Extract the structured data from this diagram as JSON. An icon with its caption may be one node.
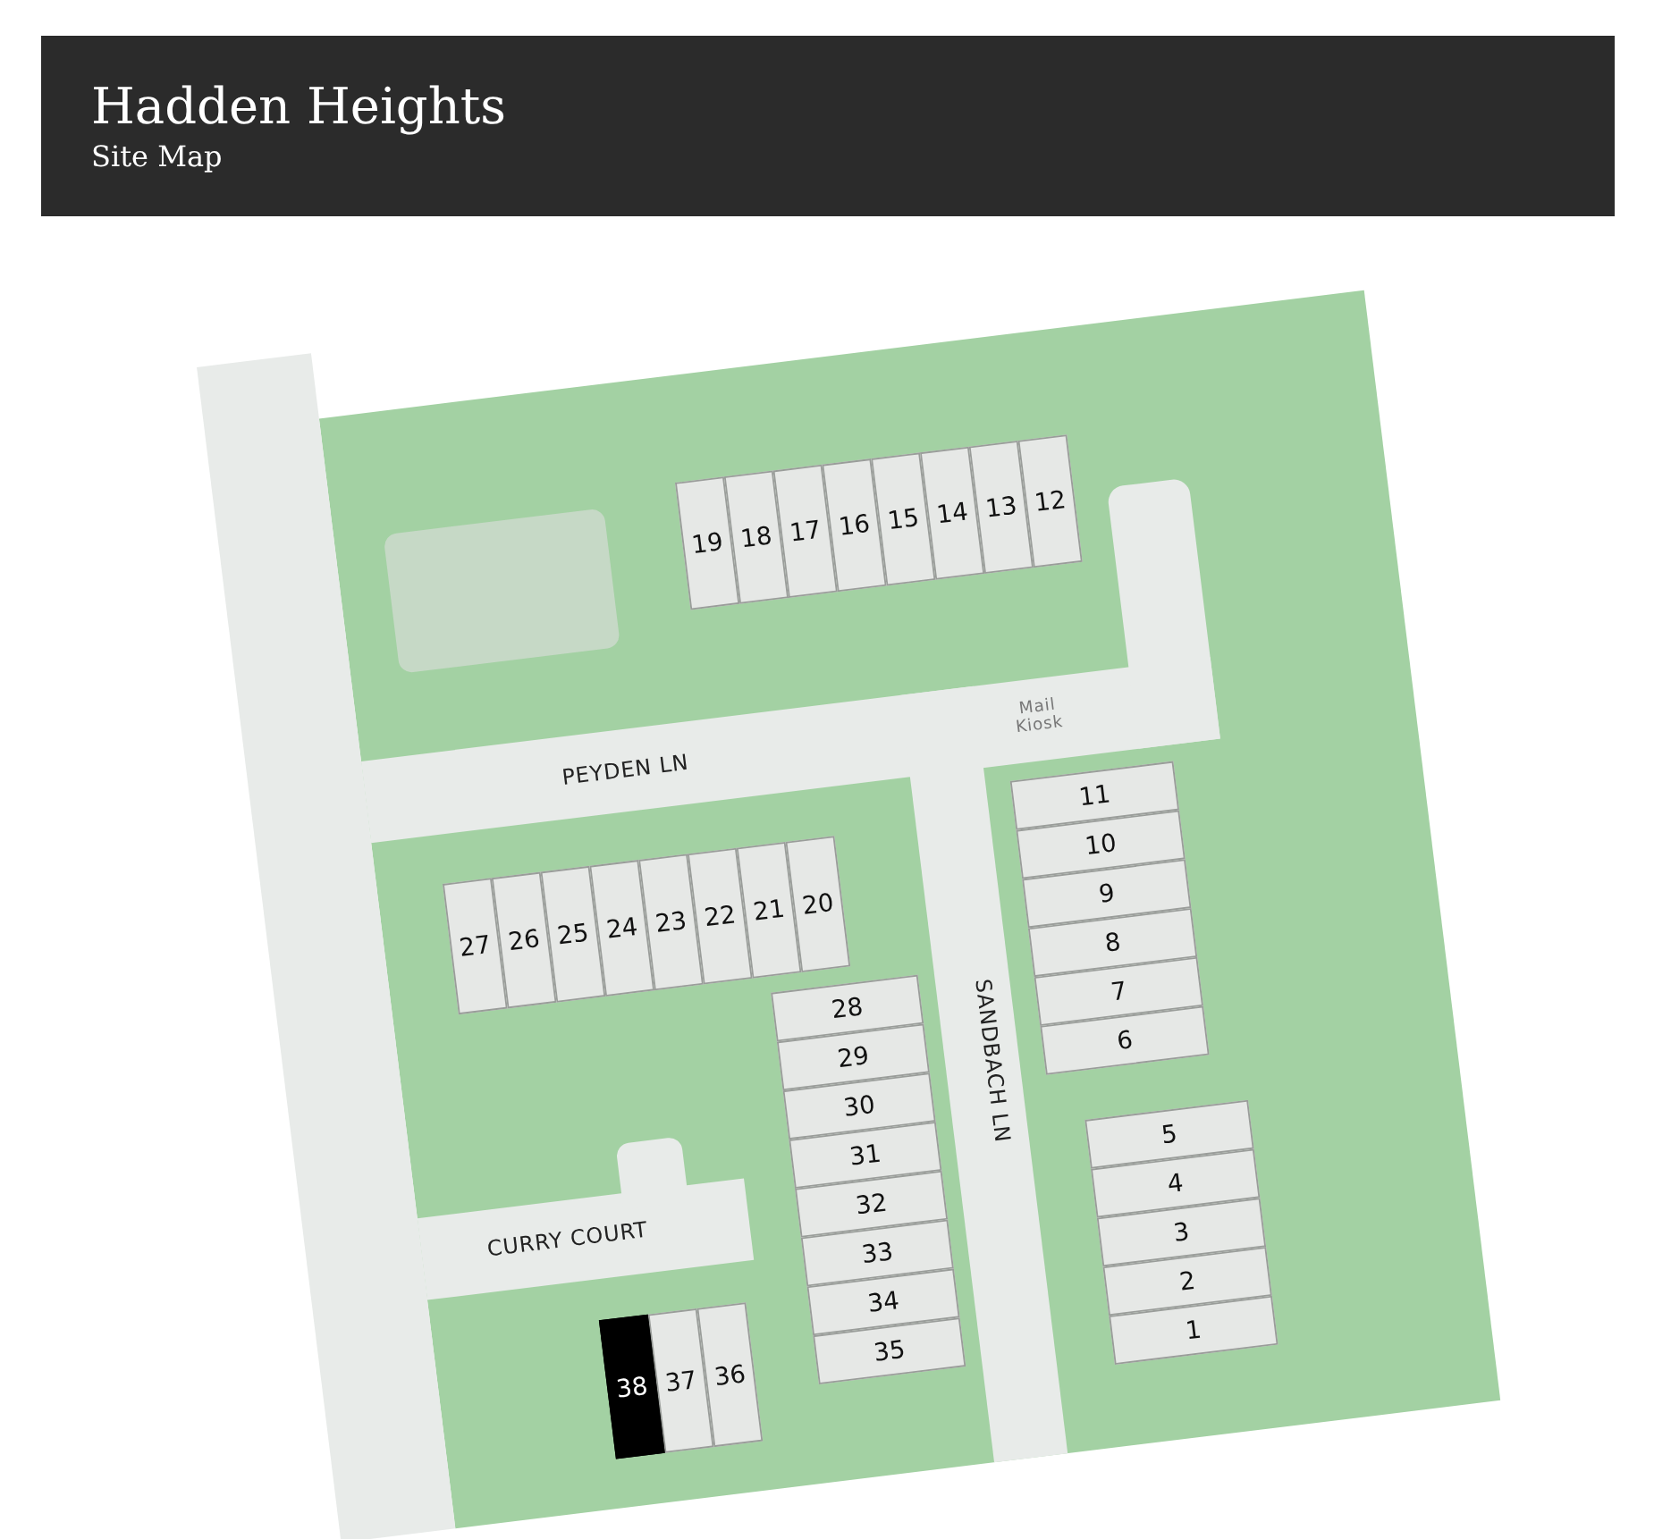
{
  "diagram": {
    "title": "Hadden Heights",
    "nodes": [
      {
        "text": [
          "1"
        ]
      },
      {
        "text": [
          "2"
        ]
      },
      {
        "text": [
          "3"
        ]
      },
      {
        "text": [
          "4"
        ]
      },
      {
        "text": [
          "5"
        ]
      },
      {
        "text": [
          "6"
        ]
      },
      {
        "text": [
          "7"
        ]
      },
      {
        "text": [
          "8"
        ]
      },
      {
        "text": [
          "9"
        ]
      },
      {
        "text": [
          "10"
        ]
      },
      {
        "text": [
          "11"
        ]
      },
      {
        "text": [
          "12"
        ]
      },
      {
        "text": [
          "13"
        ]
      },
      {
        "text": [
          "14"
        ]
      },
      {
        "text": [
          "15"
        ]
      },
      {
        "text": [
          "16"
        ]
      },
      {
        "text": [
          "17"
        ]
      },
      {
        "text": [
          "18"
        ]
      },
      {
        "text": [
          "19"
        ]
      },
      {
        "text": [
          "20"
        ]
      },
      {
        "text": [
          "21"
        ]
      },
      {
        "text": [
          "22"
        ]
      },
      {
        "text": [
          "23"
        ]
      },
      {
        "text": [
          "24"
        ]
      },
      {
        "text": [
          "25"
        ]
      },
      {
        "text": [
          "26"
        ]
      },
      {
        "text": [
          "27"
        ]
      },
      {
        "text": [
          "28"
        ]
      },
      {
        "text": [
          "29"
        ]
      },
      {
        "text": [
          "30"
        ]
      },
      {
        "text": [
          "31"
        ]
      },
      {
        "text": [
          "32"
        ]
      },
      {
        "text": [
          "33"
        ]
      },
      {
        "text": [
          "34"
        ]
      },
      {
        "text": [
          "35"
        ]
      },
      {
        "text": [
          "36"
        ]
      },
      {
        "text": [
          "37"
        ]
      },
      {
        "text": [
          "38"
        ]
      }
    ],
    "labels": [
      "Site Map",
      "PEYDEN LN",
      "Mail Kiosk",
      "SANDBACH LN",
      "CURRY COURT"
    ]
  }
}
